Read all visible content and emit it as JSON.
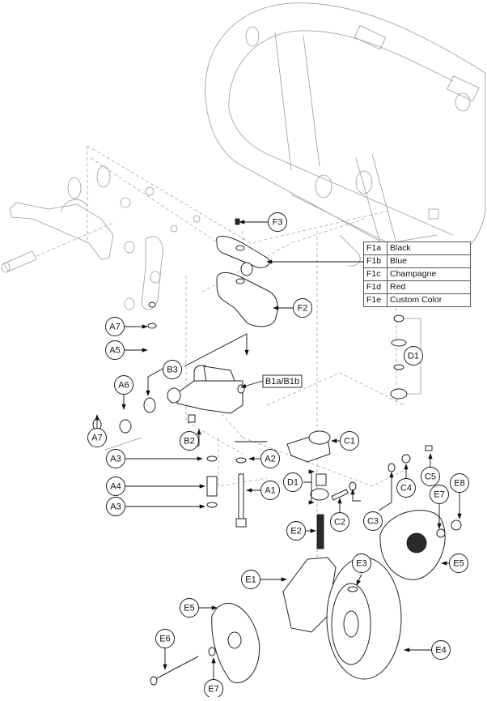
{
  "diagram": {
    "title": "Front caster assembly exploded view",
    "callouts": [
      {
        "id": "F3",
        "label": "F3"
      },
      {
        "id": "F2",
        "label": "F2"
      },
      {
        "id": "A7a",
        "label": "A7"
      },
      {
        "id": "A5",
        "label": "A5"
      },
      {
        "id": "B3",
        "label": "B3"
      },
      {
        "id": "B1",
        "label": "B1a/B1b"
      },
      {
        "id": "A6",
        "label": "A6"
      },
      {
        "id": "A7b",
        "label": "A7"
      },
      {
        "id": "B2",
        "label": "B2"
      },
      {
        "id": "D1a",
        "label": "D1"
      },
      {
        "id": "C1",
        "label": "C1"
      },
      {
        "id": "A3a",
        "label": "A3"
      },
      {
        "id": "A2",
        "label": "A2"
      },
      {
        "id": "A4",
        "label": "A4"
      },
      {
        "id": "A1",
        "label": "A1"
      },
      {
        "id": "A3b",
        "label": "A3"
      },
      {
        "id": "D1b",
        "label": "D1"
      },
      {
        "id": "C2",
        "label": "C2"
      },
      {
        "id": "C3",
        "label": "C3"
      },
      {
        "id": "C4",
        "label": "C4"
      },
      {
        "id": "C5",
        "label": "C5"
      },
      {
        "id": "E2",
        "label": "E2"
      },
      {
        "id": "E7a",
        "label": "E7"
      },
      {
        "id": "E8",
        "label": "E8"
      },
      {
        "id": "E3",
        "label": "E3"
      },
      {
        "id": "E5a",
        "label": "E5"
      },
      {
        "id": "E1",
        "label": "E1"
      },
      {
        "id": "E5b",
        "label": "E5"
      },
      {
        "id": "E6",
        "label": "E6"
      },
      {
        "id": "E4",
        "label": "E4"
      },
      {
        "id": "E7b",
        "label": "E7"
      }
    ],
    "color_table": {
      "rows": [
        {
          "code": "F1a",
          "name": "Black"
        },
        {
          "code": "F1b",
          "name": "Blue"
        },
        {
          "code": "F1c",
          "name": "Champagne"
        },
        {
          "code": "F1d",
          "name": "Red"
        },
        {
          "code": "F1e",
          "name": "Custom Color"
        }
      ]
    }
  }
}
